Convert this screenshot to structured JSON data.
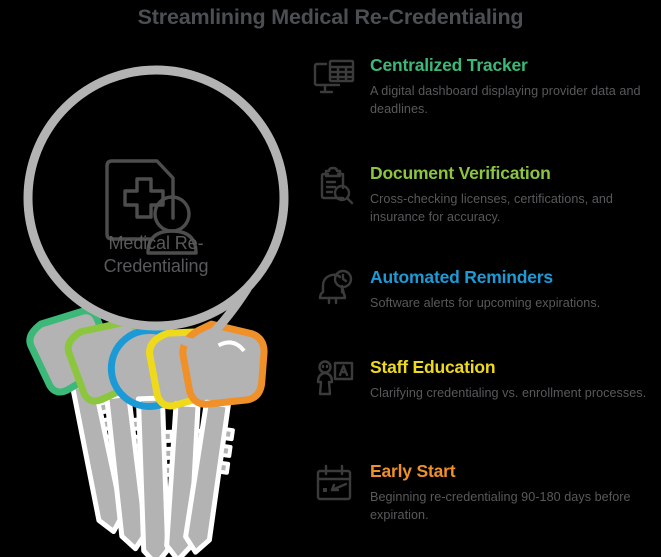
{
  "title": "Streamlining Medical Re-Credentialing",
  "colors": {
    "background": "#000000",
    "title_gray": "#4b4f53",
    "body_gray": "#58595b",
    "icon_gray": "#3b3b3b",
    "key_body_gray": "#b3b3b3",
    "ring_gray": "#b3b3b3",
    "green": "#3cb878",
    "lime": "#8cc63f",
    "blue": "#1c9ad6",
    "yellow": "#efd91b",
    "orange": "#ef9029"
  },
  "keyring": {
    "center_label": "Medical Re-\nCredentialing",
    "center_label_line1": "Medical Re-",
    "center_label_line2": "Credentialing",
    "center_icon": "medical-document-person-icon",
    "ring_icon": "key-ring-icon",
    "keys": [
      {
        "name": "key-green",
        "color": "#3cb878"
      },
      {
        "name": "key-lime",
        "color": "#8cc63f"
      },
      {
        "name": "key-blue",
        "color": "#1c9ad6"
      },
      {
        "name": "key-yellow",
        "color": "#efd91b"
      },
      {
        "name": "key-orange",
        "color": "#ef9029"
      }
    ]
  },
  "items": [
    {
      "icon": "monitor-spreadsheet-icon",
      "title": "Centralized Tracker",
      "color": "#3cb878",
      "desc": "A digital dashboard displaying provider data and deadlines."
    },
    {
      "icon": "clipboard-magnifier-icon",
      "title": "Document Verification",
      "color": "#8cc63f",
      "desc": "Cross-checking licenses, certifications, and insurance for accuracy."
    },
    {
      "icon": "bell-clock-icon",
      "title": "Automated Reminders",
      "color": "#1c9ad6",
      "desc": "Software alerts for upcoming expirations."
    },
    {
      "icon": "person-presentation-board-icon",
      "title": "Staff Education",
      "color": "#efd91b",
      "desc": "Clarifying credentialing vs. enrollment processes."
    },
    {
      "icon": "calendar-arrow-icon",
      "title": "Early Start",
      "color": "#ef9029",
      "desc": "Beginning re-credentialing 90-180 days before expiration."
    }
  ]
}
